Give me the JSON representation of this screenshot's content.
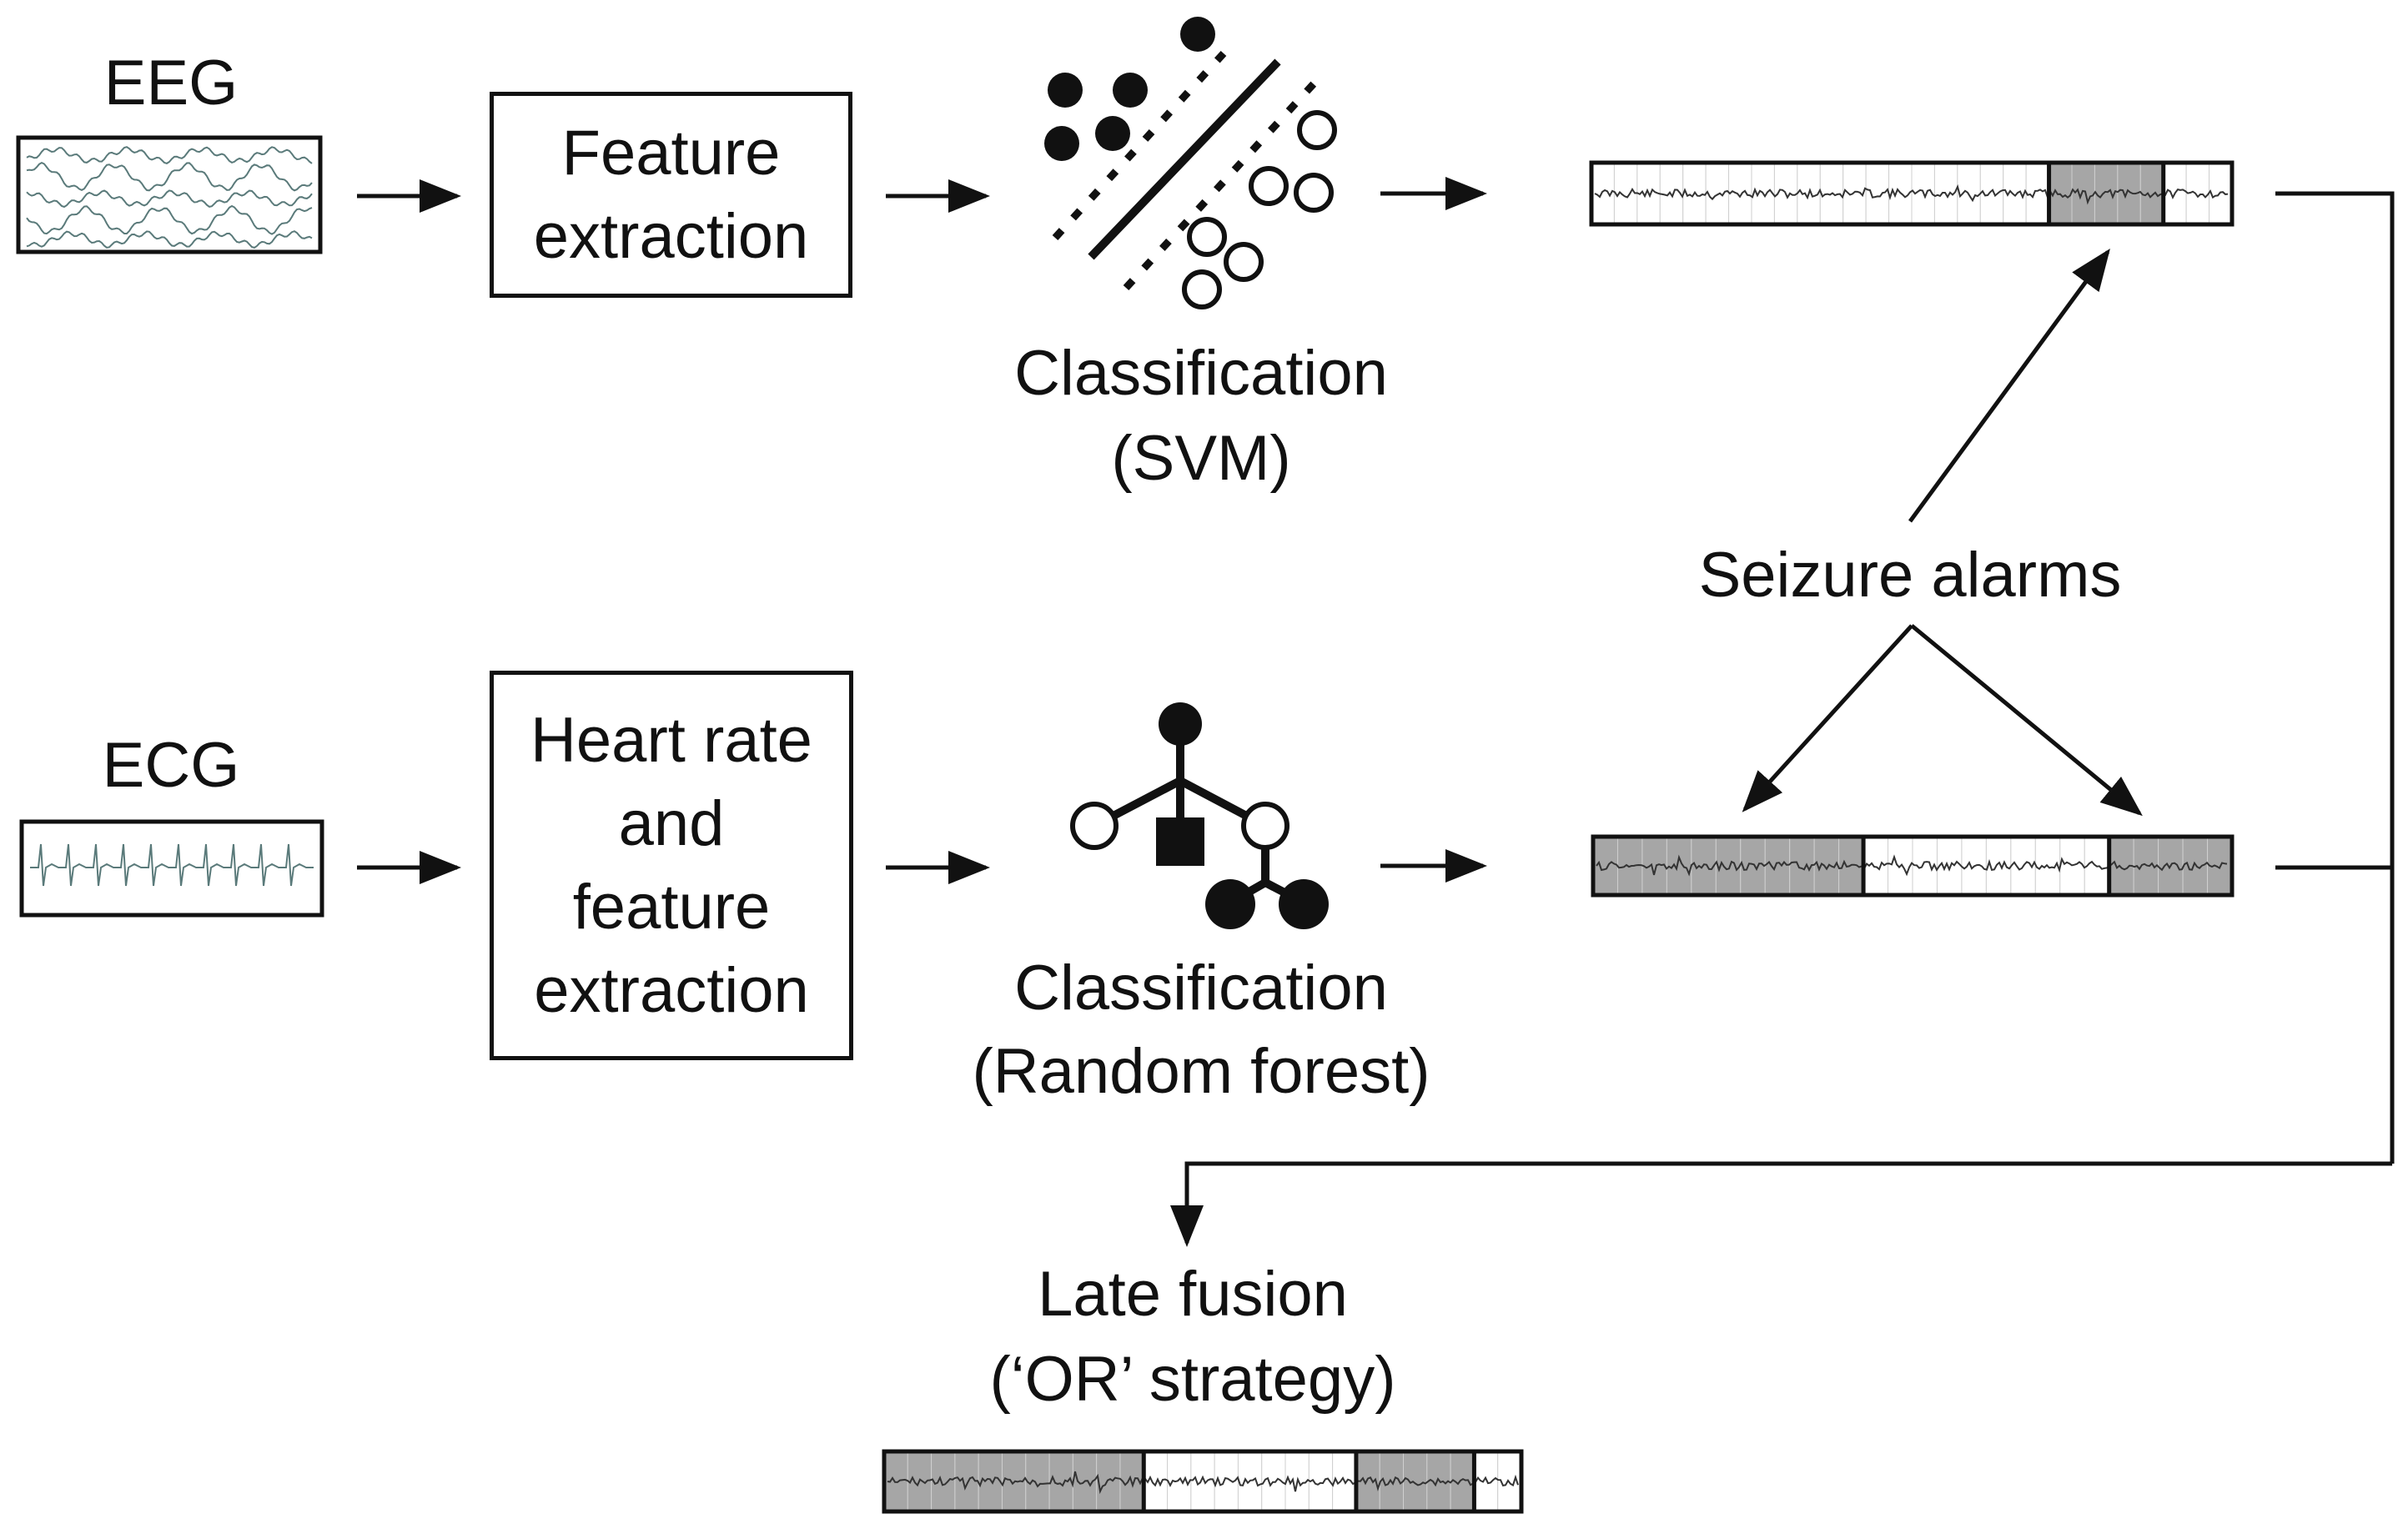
{
  "signals": {
    "eeg": "EEG",
    "ecg": "ECG"
  },
  "steps": {
    "eeg_feature": [
      "Feature",
      "extraction"
    ],
    "ecg_feature": [
      "Heart rate",
      "and",
      "feature",
      "extraction"
    ]
  },
  "classifiers": {
    "svm": [
      "Classification",
      "(SVM)"
    ],
    "rf": [
      "Classification",
      "(Random forest)"
    ]
  },
  "alarms_label": "Seizure alarms",
  "fusion": [
    "Late fusion",
    "(‘OR’ strategy)"
  ],
  "alarm_strips": {
    "eeg": [
      0,
      0,
      0,
      0,
      0,
      0,
      0,
      0,
      0,
      0,
      0,
      0,
      0,
      0,
      0,
      0,
      0,
      0,
      0,
      0,
      1,
      1,
      1,
      1,
      1,
      0,
      0,
      0
    ],
    "ecg": [
      1,
      1,
      1,
      1,
      1,
      1,
      1,
      1,
      1,
      1,
      1,
      0,
      0,
      0,
      0,
      0,
      0,
      0,
      0,
      0,
      0,
      1,
      1,
      1,
      1,
      1
    ],
    "fusion": [
      1,
      1,
      1,
      1,
      1,
      1,
      1,
      1,
      1,
      1,
      1,
      0,
      0,
      0,
      0,
      0,
      0,
      0,
      0,
      0,
      1,
      1,
      1,
      1,
      1,
      0,
      0
    ]
  },
  "colors": {
    "line": "#111111",
    "alarm_fill": "#a6a6a6",
    "trace": "#5a7a7a"
  }
}
